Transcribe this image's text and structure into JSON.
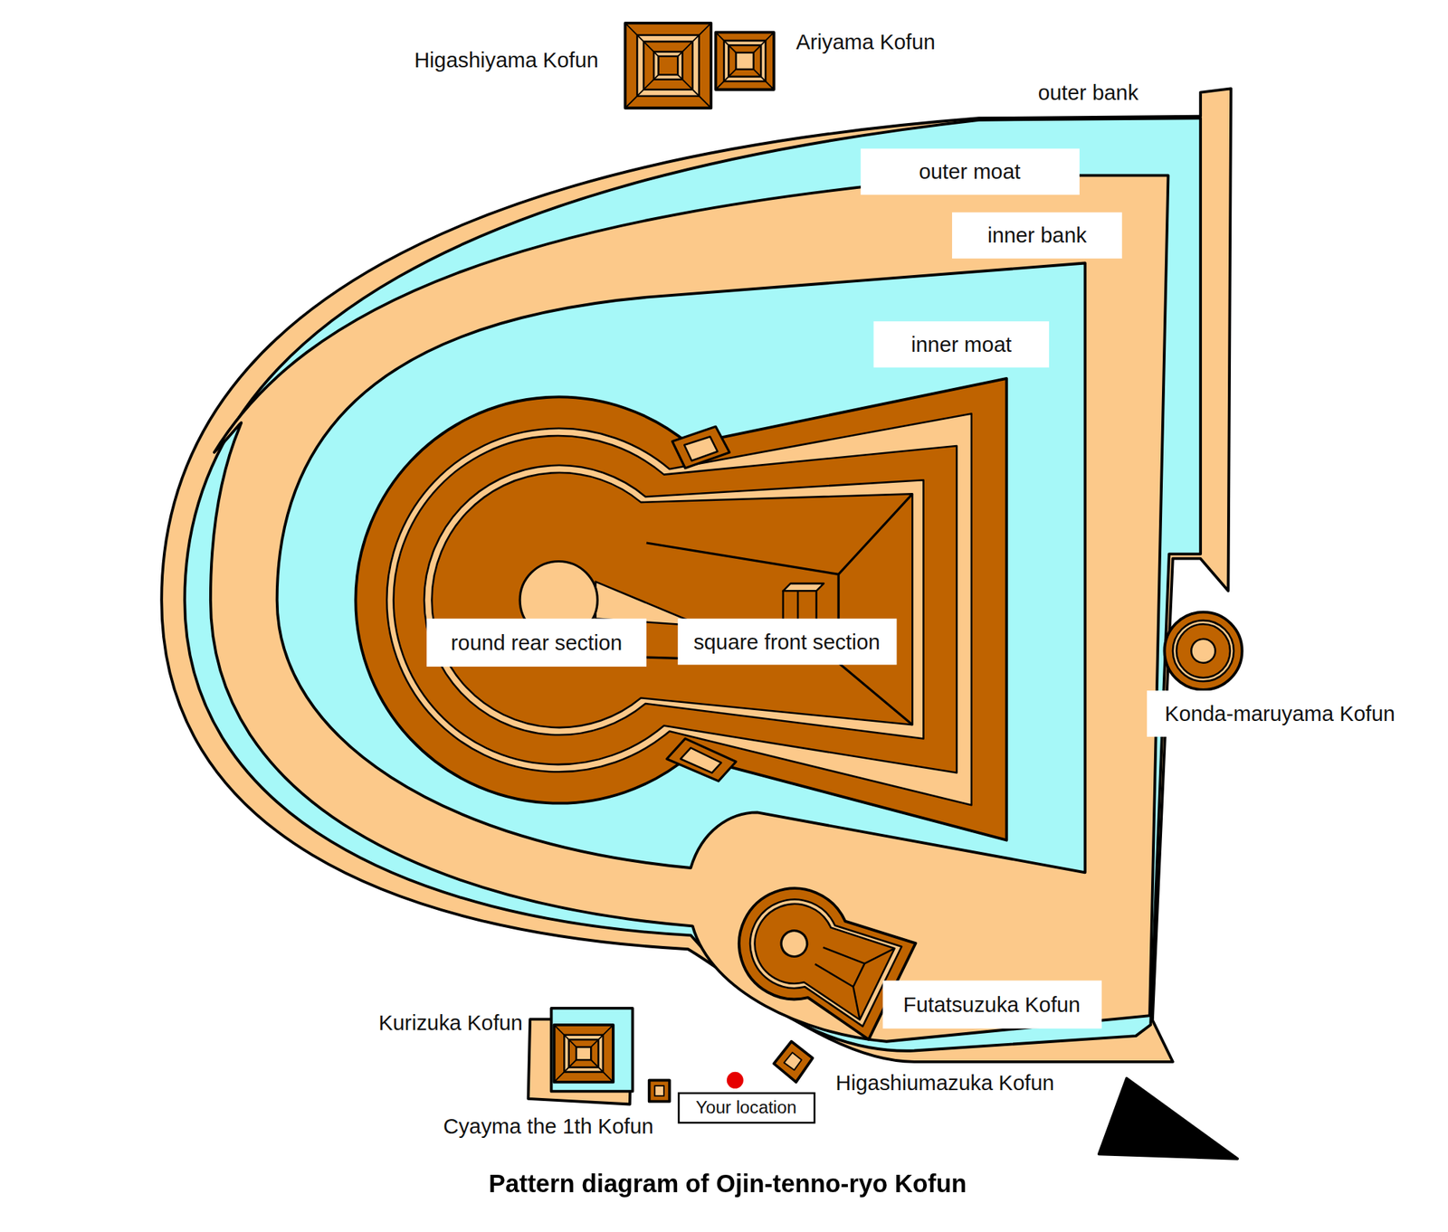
{
  "diagram": {
    "title": "Pattern diagram of Ojin-tenno-ryo Kofun",
    "nodes": [
      {
        "text": [
          "outer moat"
        ]
      },
      {
        "text": [
          "inner bank"
        ]
      },
      {
        "text": [
          "inner moat"
        ]
      },
      {
        "text": [
          "round rear section"
        ]
      },
      {
        "text": [
          "square front section"
        ]
      },
      {
        "text": [
          "Konda-maruyama Kofun"
        ]
      },
      {
        "text": [
          "Futatsuzuka Kofun"
        ]
      },
      {
        "text": [
          "Your location"
        ]
      }
    ],
    "labels": [
      "Higashiyama Kofun",
      "Ariyama Kofun",
      "outer bank",
      "Kurizuka Kofun",
      "Higashiumazuka Kofun",
      "Cyayma the 1th Kofun"
    ]
  }
}
